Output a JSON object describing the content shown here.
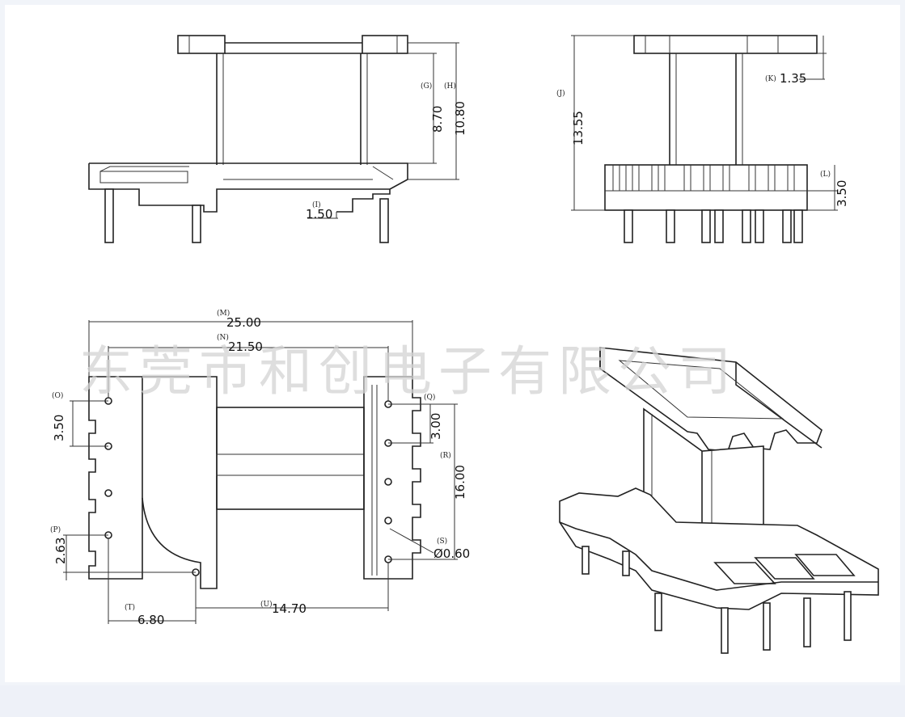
{
  "watermark": "东莞市和创电子有限公司",
  "side_view": {
    "dims": [
      {
        "tag": "(G)",
        "value": "8.70"
      },
      {
        "tag": "(H)",
        "value": "10.80"
      },
      {
        "tag": "(I)",
        "value": "1.50"
      }
    ]
  },
  "front_view": {
    "dims": [
      {
        "tag": "(J)",
        "value": "13.55"
      },
      {
        "tag": "(K)",
        "value": "1.35"
      },
      {
        "tag": "(L)",
        "value": "3.50"
      }
    ]
  },
  "top_view": {
    "dims": [
      {
        "tag": "(M)",
        "value": "25.00"
      },
      {
        "tag": "(N)",
        "value": "21.50"
      },
      {
        "tag": "(O)",
        "value": "3.50"
      },
      {
        "tag": "(Q)",
        "value": "3.00"
      },
      {
        "tag": "(R)",
        "value": "16.00"
      },
      {
        "tag": "(P)",
        "value": "2.63"
      },
      {
        "tag": "(S)",
        "value": "Ø0.60"
      },
      {
        "tag": "(T)",
        "value": "6.80"
      },
      {
        "tag": "(U)",
        "value": "14.70"
      }
    ]
  },
  "iso_view": {
    "label": ""
  }
}
